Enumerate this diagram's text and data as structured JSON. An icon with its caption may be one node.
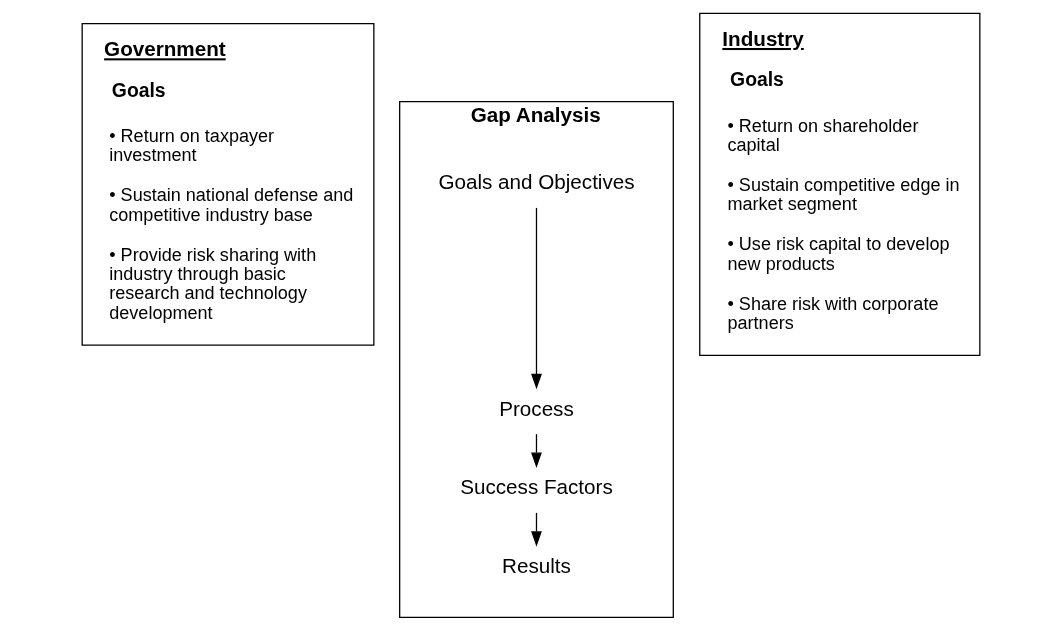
{
  "diagram": {
    "nodes": [
      {
        "text": [
          "Government",
          "Goals",
          "• Return on taxpayer investment",
          "• Sustain national defense and competitive industry base",
          "• Provide risk sharing with industry through basic research and technology development"
        ]
      },
      {
        "text": [
          "Gap Analysis"
        ]
      },
      {
        "text": [
          "Goals and Objectives"
        ],
        "in": 1
      },
      {
        "text": [
          "Process"
        ],
        "in": 1
      },
      {
        "text": [
          "Success Factors"
        ],
        "in": 1
      },
      {
        "text": [
          "Results"
        ],
        "in": 1
      },
      {
        "text": [
          "Industry",
          "Goals",
          "• Return on shareholder capital",
          "• Sustain competitive edge in market segment",
          "• Use risk capital to develop new products",
          "• Share risk with corporate partners"
        ]
      }
    ],
    "edges": [
      {
        "from": 2,
        "to": 3,
        "arrow": "to"
      },
      {
        "from": 3,
        "to": 4,
        "arrow": "to"
      },
      {
        "from": 4,
        "to": 5,
        "arrow": "to"
      }
    ]
  }
}
